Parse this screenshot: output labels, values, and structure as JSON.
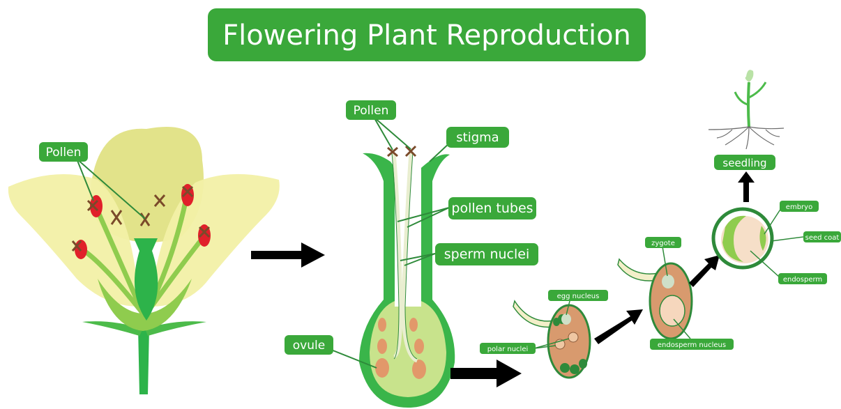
{
  "title": "Flowering Plant Reproduction",
  "labels": {
    "pollen_flower": "Pollen",
    "pollen_pistil": "Pollen",
    "stigma": "stigma",
    "pollen_tubes": "pollen tubes",
    "sperm_nuclei": "sperm nuclei",
    "ovule": "ovule",
    "egg_nucleus": "egg nucleus",
    "polar_nuclei": "polar nuclei",
    "zygote": "zygote",
    "endosperm_nucleus": "endosperm nucleus",
    "embryo": "embryo",
    "seed_coat": "seed coat",
    "endosperm": "endosperm",
    "seedling": "seedling"
  },
  "colors": {
    "label_green": "#3aa83a",
    "pistil_green": "#3ab54a",
    "petal_yellow": "#f2f0a6",
    "anther_red": "#e0202a",
    "pollen_brown": "#7a4a2a",
    "seed_orange": "#d89a6e",
    "arrow": "#000000"
  }
}
